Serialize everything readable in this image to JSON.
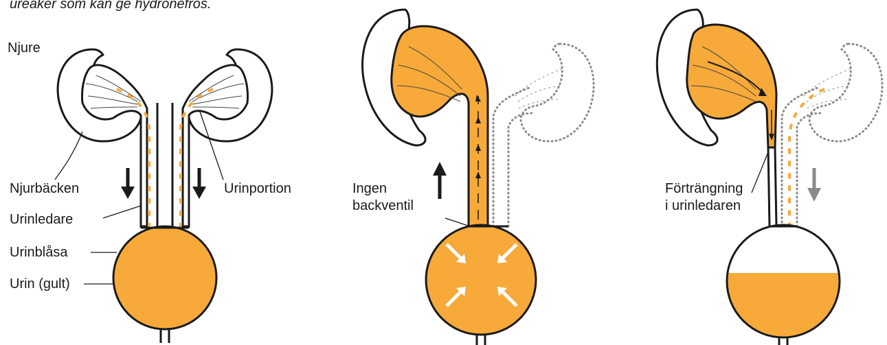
{
  "caption": "ureaker som kan ge hydronefros.",
  "colors": {
    "urine": "#f7a93a",
    "outline": "#1a1a1a",
    "ghost": "#8a8a8a"
  },
  "panel1": {
    "labels": {
      "njure": "Njure",
      "njurbacken": "Njurbäcken",
      "urinportion": "Urinportion",
      "urinledare": "Urinledare",
      "urinblasa": "Urinblåsa",
      "urin": "Urin (gult)"
    }
  },
  "panel2": {
    "labels": {
      "line1": "Ingen",
      "line2": "backventil"
    }
  },
  "panel3": {
    "labels": {
      "line1": "Förträngning",
      "line2": "i urinledaren"
    }
  }
}
